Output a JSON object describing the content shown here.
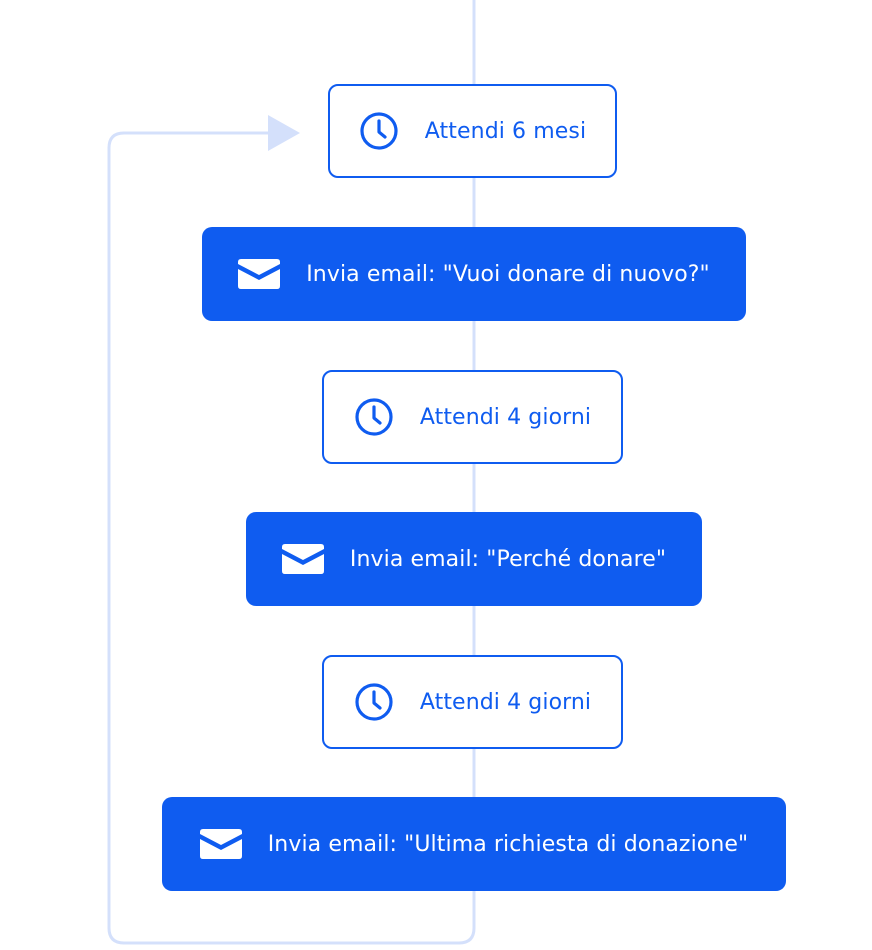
{
  "colors": {
    "accent": "#0f5cf0",
    "connector": "#d4e0fb",
    "background": "#ffffff"
  },
  "steps": [
    {
      "type": "wait",
      "icon": "clock-icon",
      "label": "Attendi 6 mesi"
    },
    {
      "type": "send",
      "icon": "envelope-icon",
      "label": "Invia email: \"Vuoi donare di nuovo?\""
    },
    {
      "type": "wait",
      "icon": "clock-icon",
      "label": "Attendi 4 giorni"
    },
    {
      "type": "send",
      "icon": "envelope-icon",
      "label": "Invia email: \"Perché donare\""
    },
    {
      "type": "wait",
      "icon": "clock-icon",
      "label": "Attendi 4 giorni"
    },
    {
      "type": "send",
      "icon": "envelope-icon",
      "label": "Invia email: \"Ultima richiesta di donazione\""
    }
  ]
}
